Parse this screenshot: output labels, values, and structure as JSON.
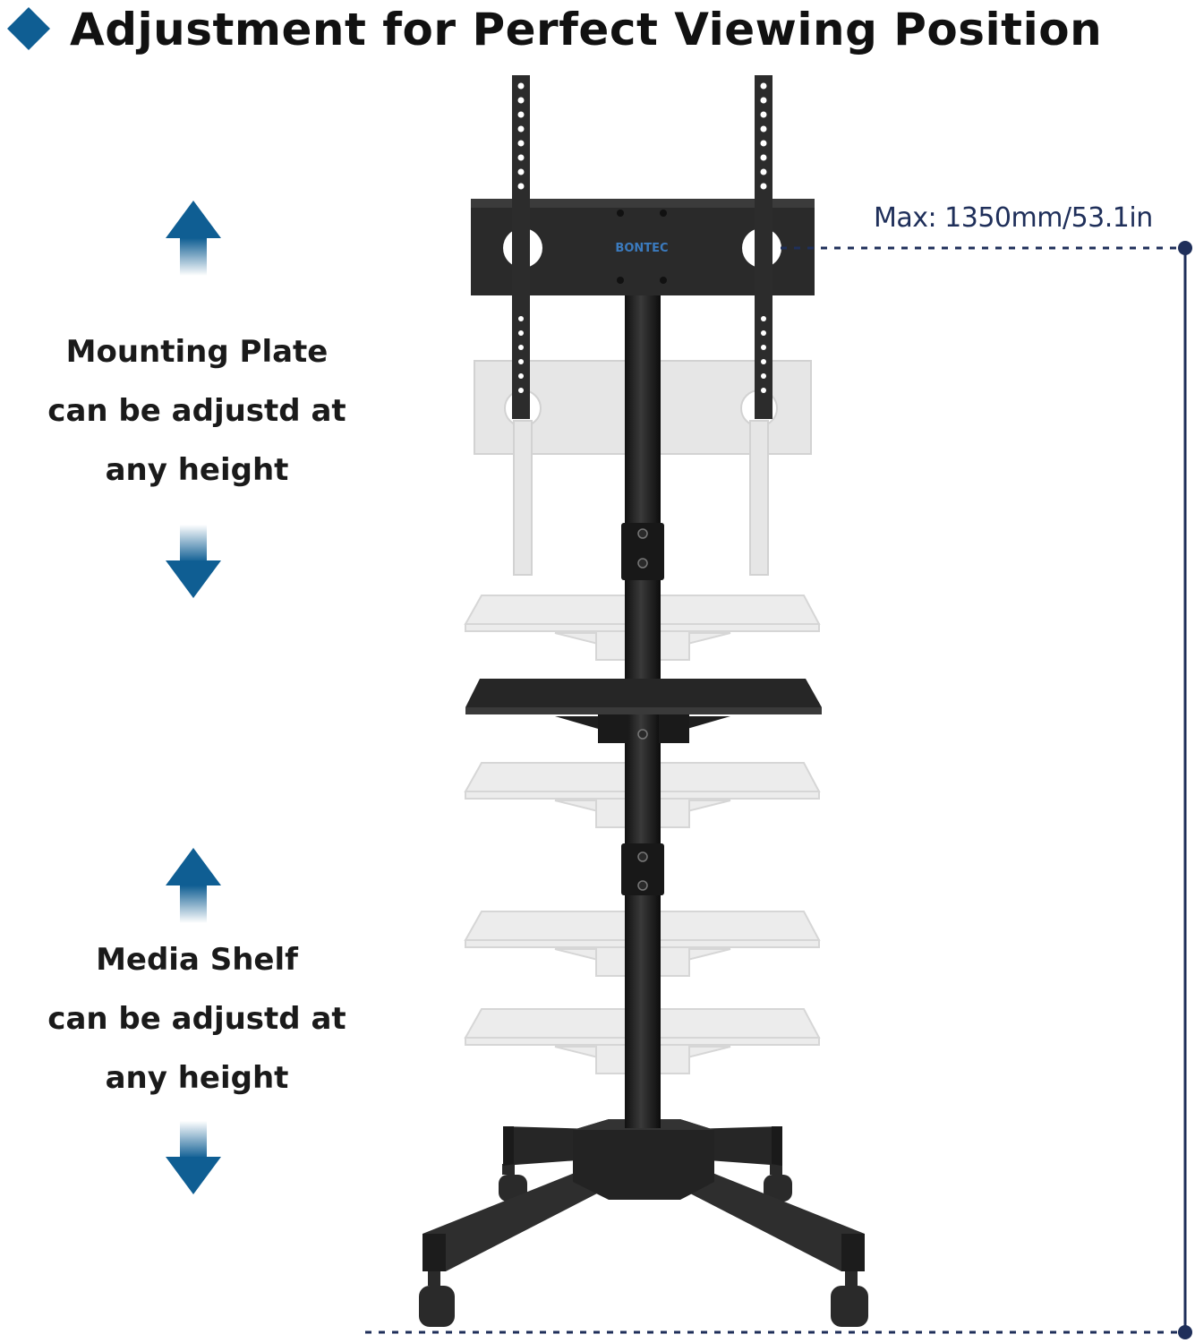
{
  "title": "Adjustment for Perfect Viewing Position",
  "brand": "BONTEC",
  "max_height_label": "Max: 1350mm/53.1in",
  "mounting_plate": {
    "line1": "Mounting Plate",
    "line2": "can be adjustd at",
    "line3": "any height"
  },
  "media_shelf": {
    "line1": "Media Shelf",
    "line2": "can be adjustd at",
    "line3": "any height"
  },
  "colors": {
    "accent_blue": "#0f5e93",
    "dimension_navy": "#1f2f5a",
    "stand_black": "#2b2b2b",
    "ghost_gray": "#e4e4e4"
  }
}
